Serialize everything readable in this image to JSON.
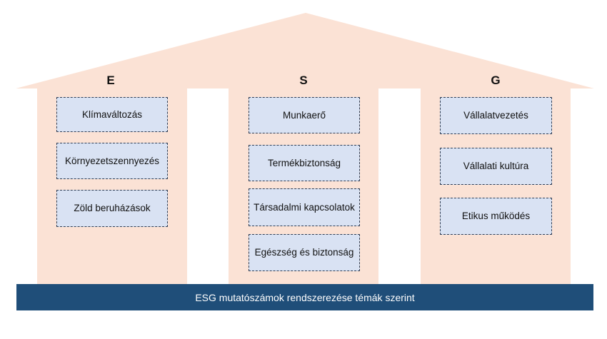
{
  "pillars": [
    {
      "letter": "E",
      "topics": [
        "Klímaváltozás",
        "Környezetszennyezés",
        "Zöld beruházások"
      ]
    },
    {
      "letter": "S",
      "topics": [
        "Munkaerő",
        "Termékbiztonság",
        "Társadalmi kapcsolatok",
        "Egészség és biztonság"
      ]
    },
    {
      "letter": "G",
      "topics": [
        "Vállalatvezetés",
        "Vállalati kultúra",
        "Etikus működés"
      ]
    }
  ],
  "base": {
    "label": "ESG mutatószámok rendszerezése témák szerint"
  },
  "colors": {
    "roof": "#fbe2d5",
    "box_fill": "#d9e2f3",
    "box_border": "#2f3e55",
    "base": "#1f4e79"
  }
}
